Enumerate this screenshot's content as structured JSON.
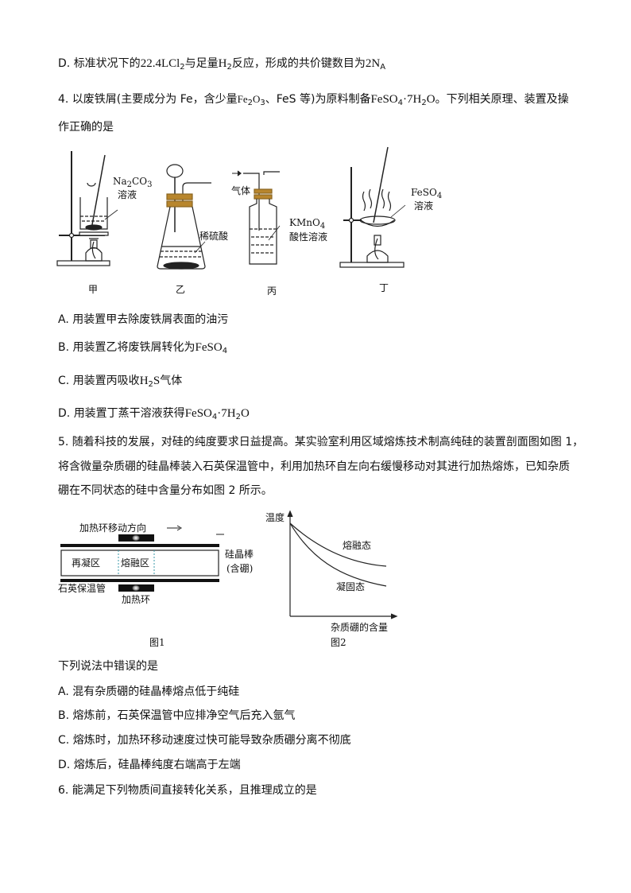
{
  "q3": {
    "option_d": {
      "letter": "D.",
      "text_a": "标准状况下的",
      "f1": "22.4LCl",
      "f1_sub": "2",
      "text_b": "与足量",
      "f2": "H",
      "f2_sub": "2",
      "text_c": "反应，形成的共价键数目为",
      "f3": "2N",
      "f3_sub": "A"
    }
  },
  "q4": {
    "stem_line1_a": "4. 以废铁屑(主要成分为 Fe，含少量",
    "stem_fe2o3_a": "Fe",
    "stem_fe2o3_s1": "2",
    "stem_fe2o3_b": "O",
    "stem_fe2o3_s2": "3",
    "stem_line1_b": "、FeS 等)为原料制备",
    "stem_formula_a": "FeSO",
    "stem_formula_s1": "4",
    "stem_formula_b": "·7H",
    "stem_formula_s2": "2",
    "stem_formula_c": "O",
    "stem_line1_c": "。下列相关原理、装置及操",
    "stem_line2": "作正确的是",
    "apparatus": {
      "jia": {
        "caption": "甲",
        "label_formula": "Na",
        "label_sub1": "2",
        "label_formula_b": "CO",
        "label_sub2": "3",
        "label_line2": "溶液"
      },
      "yi": {
        "caption": "乙",
        "label": "稀硫酸"
      },
      "bing": {
        "caption": "丙",
        "gas_label": "气体",
        "label_formula": "KMnO",
        "label_sub": "4",
        "label_line2": "酸性溶液"
      },
      "ding": {
        "caption": "丁",
        "label_formula": "FeSO",
        "label_sub": "4",
        "label_line2": "溶液"
      }
    },
    "options": [
      {
        "letter": "A.",
        "text": "用装置甲去除废铁屑表面的油污"
      },
      {
        "letter": "B.",
        "text": "用装置乙将废铁屑转化为",
        "f": "FeSO",
        "f_sub": "4"
      },
      {
        "letter": "C.",
        "text": "用装置丙吸收",
        "f": "H",
        "f_sub": "2",
        "f_b": "S",
        "text_after": "气体"
      },
      {
        "letter": "D.",
        "text": "用装置丁蒸干溶液获得",
        "f": "FeSO",
        "f_sub": "4",
        "f_b": "·7H",
        "f_sub2": "2",
        "f_c": "O"
      }
    ]
  },
  "q5": {
    "stem_line1": "5. 随着科技的发展，对硅的纯度要求日益提高。某实验室利用区域熔炼技术制高纯硅的装置剖面图如图 1，",
    "stem_line2": "将含微量杂质硼的硅晶棒装入石英保温管中，利用加热环自左向右缓慢移动对其进行加热熔炼，已知杂质",
    "stem_line3": "硼在不同状态的硅中含量分布如图 2 所示。",
    "fig1": {
      "direction_label": "加热环移动方向",
      "zone_recondense": "再凝区",
      "zone_molten": "熔融区",
      "rod_label_1": "硅晶棒",
      "rod_label_2": "(含硼)",
      "tube_label": "石英保温管",
      "ring_label": "加热环",
      "caption": "图1"
    },
    "fig2": {
      "ylabel": "温度",
      "xlabel": "杂质硼的含量",
      "curve_molten": "熔融态",
      "curve_solid": "凝固态",
      "caption": "图2"
    },
    "question": "下列说法中错误的是",
    "options": [
      {
        "letter": "A.",
        "text": "混有杂质硼的硅晶棒熔点低于纯硅"
      },
      {
        "letter": "B.",
        "text": "熔炼前，石英保温管中应排净空气后充入氩气"
      },
      {
        "letter": "C.",
        "text": "熔炼时，加热环移动速度过快可能导致杂质硼分离不彻底"
      },
      {
        "letter": "D.",
        "text": "熔炼后，硅晶棒纯度右端高于左端"
      }
    ]
  },
  "q6": {
    "stem": "6. 能满足下列物质间直接转化关系，且推理成立的是"
  },
  "chart_data": {
    "type": "line",
    "title": "图2",
    "xlabel": "杂质硼的含量",
    "ylabel": "温度",
    "grid": false,
    "series": [
      {
        "name": "熔融态",
        "x": [
          0,
          0.25,
          0.5,
          0.75,
          1.0
        ],
        "values": [
          1.0,
          0.78,
          0.64,
          0.57,
          0.54
        ]
      },
      {
        "name": "凝固态",
        "x": [
          0,
          0.25,
          0.5,
          0.75,
          1.0
        ],
        "values": [
          1.0,
          0.66,
          0.48,
          0.4,
          0.36
        ]
      }
    ]
  }
}
